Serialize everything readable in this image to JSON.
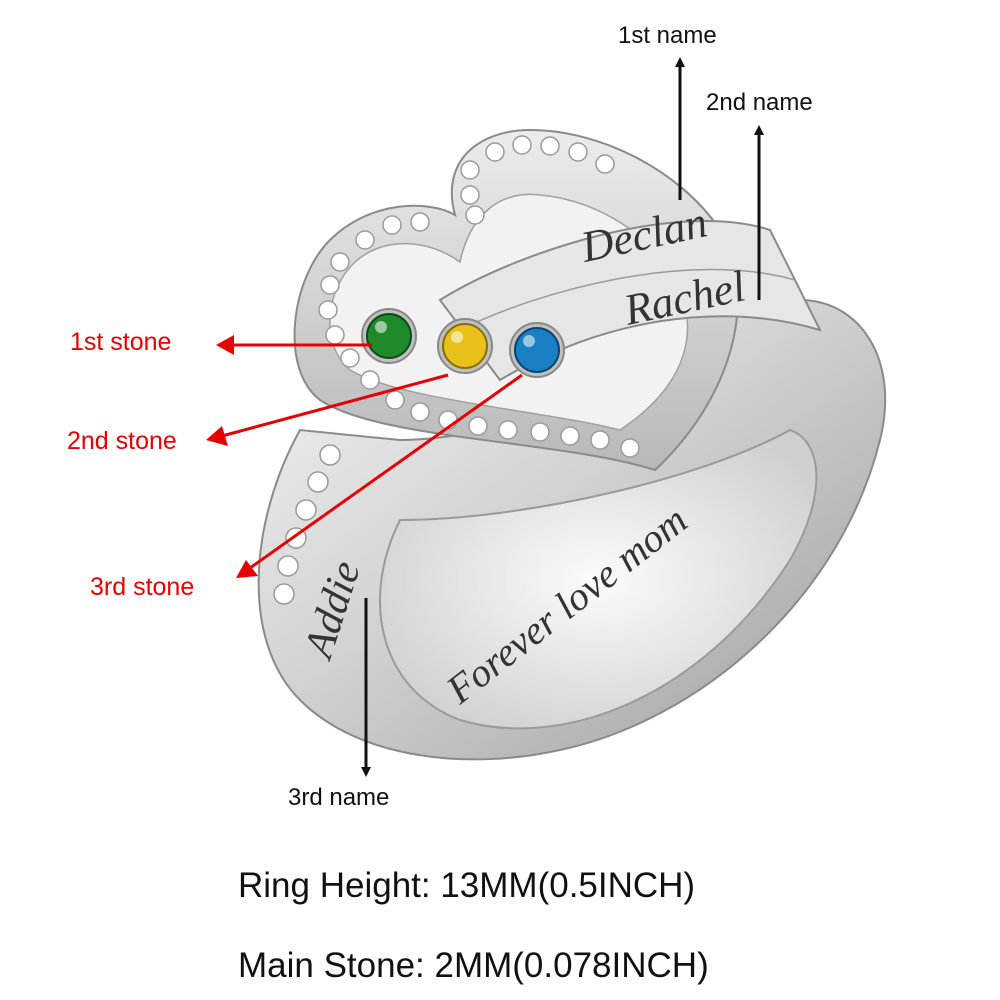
{
  "labels": {
    "first_name": "1st name",
    "second_name": "2nd name",
    "third_name": "3rd name",
    "first_stone": "1st stone",
    "second_stone": "2nd stone",
    "third_stone": "3rd stone"
  },
  "engravings": {
    "name1": "Declan",
    "name2": "Rachel",
    "name3": "Addie",
    "inner": "Forever love mom"
  },
  "stones": {
    "first_color": "#1f8a2b",
    "second_color": "#e8c21a",
    "third_color": "#1a7fc4"
  },
  "specs": {
    "ring_height": "Ring Height: 13MM(0.5INCH)",
    "main_stone": "Main Stone:  2MM(0.078INCH)"
  },
  "colors": {
    "red_label": "#e60000",
    "black_label": "#111111"
  }
}
